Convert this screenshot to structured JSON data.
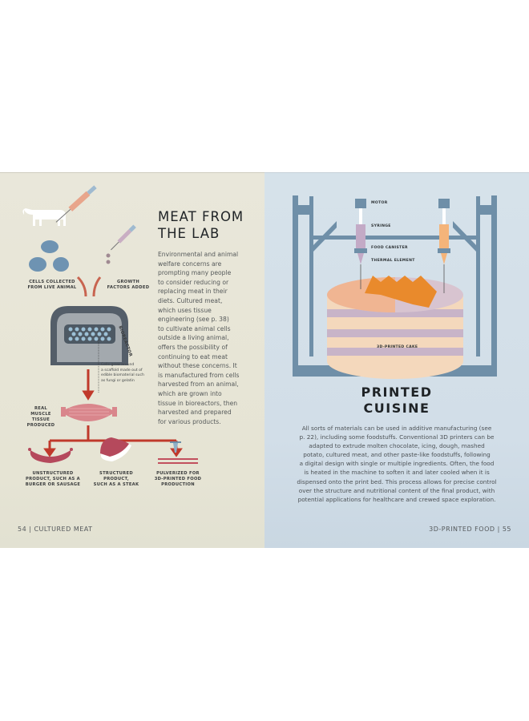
{
  "left_page": {
    "title_lines": [
      "MEAT FROM",
      "THE LAB"
    ],
    "body_lines": [
      "Environmental and animal",
      "welfare concerns are",
      "prompting many people",
      "to consider reducing or",
      "replacing meat in their",
      "diets. Cultured meat,",
      "which uses tissue",
      "engineering (see p. 38)",
      "to cultivate animal cells",
      "outside a living animal,",
      "offers the possibility of",
      "continuing to eat meat",
      "without these concerns. It",
      "is manufactured from cells",
      "harvested from an animal,",
      "which are grown into",
      "tissue in bioreactors, then",
      "harvested and prepared",
      "for various products."
    ],
    "labels": {
      "cells": [
        "CELLS COLLECTED",
        "FROM LIVE ANIMAL"
      ],
      "growth": [
        "GROWTH",
        "FACTORS ADDED"
      ],
      "bioreactor": "BIOREACTOR",
      "scaffold_note": [
        "Cells grow around",
        "a scaffold made out of",
        "edible biomaterial such",
        "as fungi or gelatin"
      ],
      "muscle": [
        "REAL",
        "MUSCLE",
        "TISSUE",
        "PRODUCED"
      ],
      "unstructured": [
        "UNSTRUCTURED",
        "PRODUCT, SUCH AS A",
        "BURGER OR SAUSAGE"
      ],
      "structured": [
        "STRUCTURED",
        "PRODUCT,",
        "SUCH AS A STEAK"
      ],
      "pulverized": [
        "PULVERIZED FOR",
        "3D-PRINTED FOOD",
        "PRODUCTION"
      ]
    },
    "footer": "54 | CULTURED MEAT"
  },
  "right_page": {
    "title_lines": [
      "PRINTED",
      "CUISINE"
    ],
    "body_lines": [
      "All sorts of materials can be used in additive manufacturing (see",
      "p. 22), including some foodstuffs. Conventional 3D printers can be",
      "adapted to extrude molten chocolate, icing, dough, mashed",
      "potato, cultured meat, and other paste-like foodstuffs, following",
      "a digital design with single or multiple ingredients. Often, the food",
      "is heated in the machine to soften it and later cooled when it is",
      "dispensed onto the print bed. This process allows for precise control",
      "over the structure and nutritional content of the final product, with",
      "potential applications for healthcare and crewed space exploration."
    ],
    "printer_labels": {
      "motor": "MOTOR",
      "syringe": "SYRINGE",
      "canister": "FOOD CANISTER",
      "thermal": "THERMAL ELEMENT",
      "cake": "3D-PRINTED CAKE"
    },
    "footer": "3D-PRINTED FOOD | 55"
  },
  "colors": {
    "left_bg": "#e8e6d8",
    "right_bg": "#d3dfe8",
    "arrow_red": "#c0392b",
    "frame_blue": "#6f8fa8",
    "cake_orange": "#e98a2c"
  }
}
